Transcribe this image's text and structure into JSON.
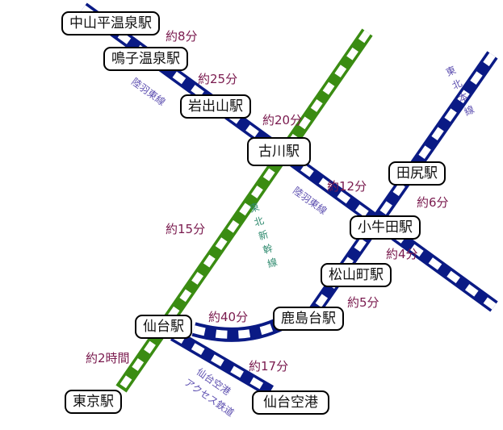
{
  "colors": {
    "jr_line": "#0a1a85",
    "shinkansen": "#3a8c12",
    "time": "#7a1a4e",
    "line_label": "#5d4fb0",
    "shinkansen_label": "#2e8a6e"
  },
  "stations": {
    "nakayamadaira": "中山平温泉駅",
    "naruko": "鳴子温泉駅",
    "iwadeyama": "岩出山駅",
    "furukawa": "古川駅",
    "tajiri": "田尻駅",
    "kogota": "小牛田駅",
    "matsuyamamachi": "松山町駅",
    "kashimadai": "鹿島台駅",
    "sendai": "仙台駅",
    "tokyo": "東京駅",
    "sendai_airport": "仙台空港"
  },
  "times": {
    "nakayamadaira_naruko": "約8分",
    "naruko_iwadeyama": "約25分",
    "iwadeyama_furukawa": "約20分",
    "furukawa_kogota": "約12分",
    "tajiri_kogota": "約6分",
    "sendai_furukawa": "約15分",
    "kogota_matsuyamamachi": "約4分",
    "matsuyamamachi_kashimadai": "約5分",
    "sendai_kashimadai": "約40分",
    "tokyo_sendai": "約2時間",
    "sendai_airport": "約17分"
  },
  "lines": {
    "rikuu_east": "陸羽東線",
    "tohoku_main": "東北本線",
    "tohoku_shinkansen": "東北新幹線",
    "airport_access_1": "仙台空港",
    "airport_access_2": "アクセス鉄道"
  }
}
